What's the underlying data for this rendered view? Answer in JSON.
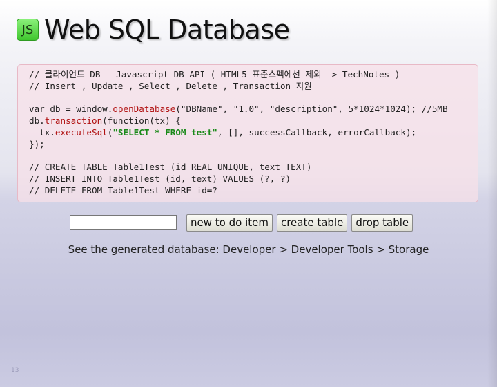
{
  "header": {
    "badge": "JS",
    "title": "Web SQL Database"
  },
  "code": {
    "lines": [
      "// 클라이언트 DB - Javascript DB API ( HTML5 표준스펙에선 제외 -> TechNotes )",
      "// Insert , Update , Select , Delete , Transaction 지원",
      "",
      "var db = window.openDatabase(\"DBName\", \"1.0\", \"description\", 5*1024*1024); //5MB",
      "db.transaction(function(tx) {",
      "  tx.executeSql(\"SELECT * FROM test\", [], successCallback, errorCallback);",
      "});",
      "",
      "// CREATE TABLE Table1Test (id REAL UNIQUE, text TEXT)",
      "// INSERT INTO Table1Test (id, text) VALUES (?, ?)",
      "// DELETE FROM Table1Test WHERE id=?"
    ],
    "tokens": {
      "l3_pre": "var db = window.",
      "l3_fn": "openDatabase",
      "l3_post": "(\"DBName\", \"1.0\", \"description\", 5*1024*1024); //5MB",
      "l4_pre": "db.",
      "l4_fn": "transaction",
      "l4_post": "(function(tx) {",
      "l5_pre": "  tx.",
      "l5_fn": "executeSql",
      "l5_paren": "(",
      "l5_str": "\"SELECT * FROM test\"",
      "l5_post": ", [], successCallback, errorCallback);"
    }
  },
  "controls": {
    "input_value": "",
    "input_placeholder": "",
    "buttons": [
      "new to do item",
      "create table",
      "drop table"
    ]
  },
  "hint": "See the generated database: Developer > Developer Tools > Storage",
  "page_number": "13",
  "colors": {
    "function_name": "#b01010",
    "string_literal": "#1a8a1a",
    "badge_green": "#3fc62e"
  }
}
